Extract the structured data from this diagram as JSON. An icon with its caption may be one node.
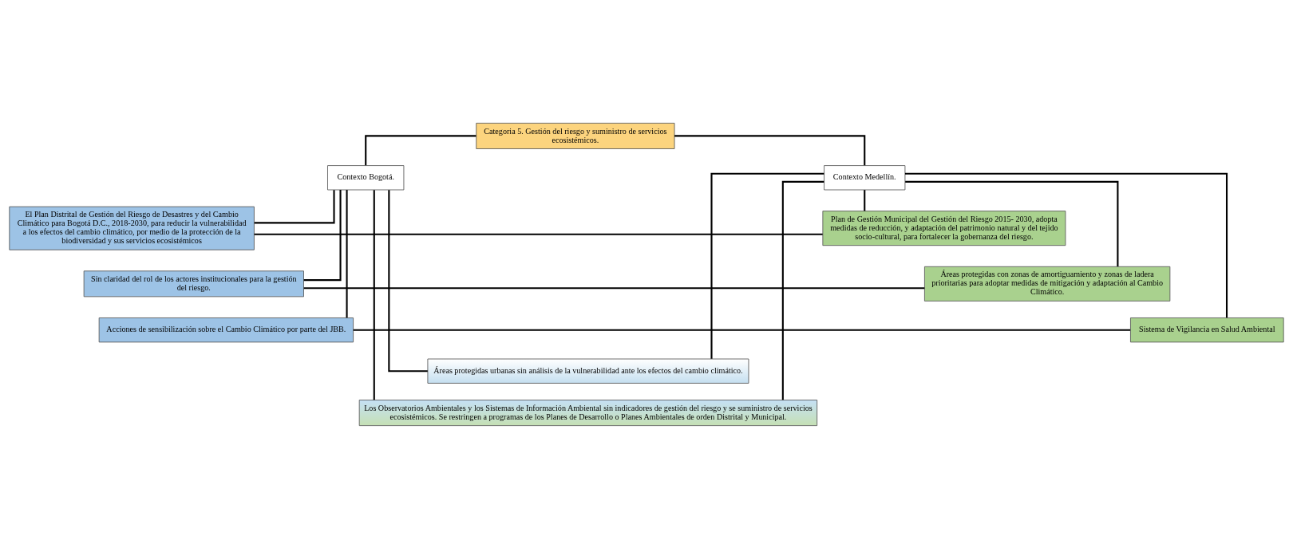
{
  "diagram": {
    "nodes": [
      {
        "text": [
          "Categoria 5. Gestión del riesgo y suministro de servicios ecosistémicos."
        ]
      },
      {
        "text": [
          "Contexto Bogotá."
        ]
      },
      {
        "text": [
          "Contexto Medellín."
        ]
      },
      {
        "text": [
          "El Plan Distrital de Gestión del Riesgo de Desastres y del Cambio Climático para Bogotá D.C., 2018-2030, para reducir la vulnerabilidad a los efectos del cambio climático, por medio de la protección de la biodiversidad y sus servicios ecosistémicos"
        ]
      },
      {
        "text": [
          "Plan de Gestión Municipal del Gestión del Riesgo 2015- 2030, adopta medidas de reducción, y adaptación del patrimonio natural y del tejido socio-cultural, para fortalecer la gobernanza del riesgo."
        ]
      },
      {
        "text": [
          "Sin claridad del rol de los actores institucionales para la gestión del riesgo."
        ]
      },
      {
        "text": [
          "Áreas protegidas con zonas de amortiguamiento y zonas de ladera prioritarias para adoptar medidas de mitigación y adaptación al Cambio Climático."
        ]
      },
      {
        "text": [
          "Acciones de sensibilización sobre el Cambio Climático por parte del JBB."
        ]
      },
      {
        "text": [
          "Sistema de Vigilancia en Salud Ambiental"
        ]
      },
      {
        "text": [
          "Áreas protegidas urbanas sin análisis de la vulnerabilidad ante los efectos del cambio climático."
        ]
      },
      {
        "text": [
          "Los Observatorios Ambientales y los Sistemas de Información Ambiental sin indicadores de gestión del riesgo y se suministro de servicios ecosistémicos. Se restringen a programas de los Planes de Desarrollo o Planes Ambientales de orden Distrital y Municipal."
        ]
      }
    ],
    "edges": [
      {
        "from": 0,
        "to": 1,
        "arrow": "none"
      },
      {
        "from": 0,
        "to": 2,
        "arrow": "none"
      },
      {
        "from": 1,
        "to": 3,
        "arrow": "none"
      },
      {
        "from": 1,
        "to": 5,
        "arrow": "none"
      },
      {
        "from": 1,
        "to": 7,
        "arrow": "none"
      },
      {
        "from": 1,
        "to": 9,
        "arrow": "none"
      },
      {
        "from": 1,
        "to": 10,
        "arrow": "none"
      },
      {
        "from": 2,
        "to": 4,
        "arrow": "none"
      },
      {
        "from": 2,
        "to": 6,
        "arrow": "none"
      },
      {
        "from": 2,
        "to": 8,
        "arrow": "none"
      },
      {
        "from": 2,
        "to": 9,
        "arrow": "none"
      },
      {
        "from": 2,
        "to": 10,
        "arrow": "none"
      },
      {
        "from": 3,
        "to": 4,
        "arrow": "none"
      },
      {
        "from": 5,
        "to": 6,
        "arrow": "none"
      },
      {
        "from": 7,
        "to": 8,
        "arrow": "none"
      }
    ]
  }
}
